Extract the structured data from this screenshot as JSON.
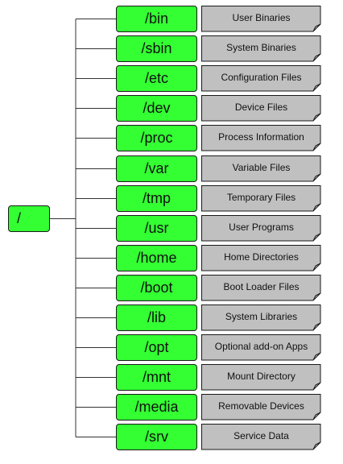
{
  "colors": {
    "node_fill": "#33ff33",
    "note_fill": "#c0c0c0",
    "line": "#333333"
  },
  "tree": {
    "root": "/",
    "children": [
      {
        "dir": "/bin",
        "desc": "User Binaries"
      },
      {
        "dir": "/sbin",
        "desc": "System Binaries"
      },
      {
        "dir": "/etc",
        "desc": "Configuration Files"
      },
      {
        "dir": "/dev",
        "desc": "Device Files"
      },
      {
        "dir": "/proc",
        "desc": "Process Information"
      },
      {
        "dir": "/var",
        "desc": "Variable Files"
      },
      {
        "dir": "/tmp",
        "desc": "Temporary Files"
      },
      {
        "dir": "/usr",
        "desc": "User Programs"
      },
      {
        "dir": "/home",
        "desc": "Home Directories"
      },
      {
        "dir": "/boot",
        "desc": "Boot Loader Files"
      },
      {
        "dir": "/lib",
        "desc": "System Libraries"
      },
      {
        "dir": "/opt",
        "desc": "Optional add-on Apps"
      },
      {
        "dir": "/mnt",
        "desc": "Mount Directory"
      },
      {
        "dir": "/media",
        "desc": "Removable Devices"
      },
      {
        "dir": "/srv",
        "desc": "Service Data"
      }
    ]
  }
}
